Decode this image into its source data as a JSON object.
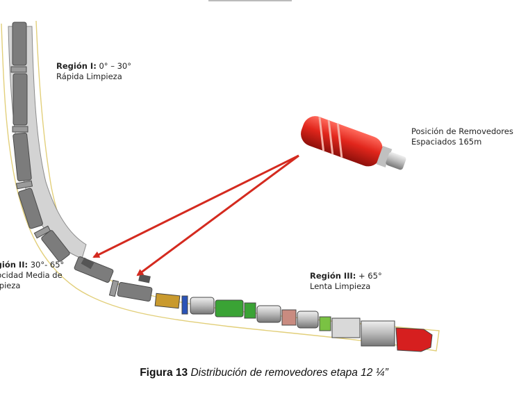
{
  "regions": [
    {
      "title": "Región I:",
      "range": "0° – 30°",
      "desc": "Rápida Limpieza"
    },
    {
      "title": "Región II:",
      "range": "30°- 65°",
      "desc": "Velocidad Media de",
      "desc2": "Limpieza"
    },
    {
      "title": "Región III:",
      "range": "+ 65°",
      "desc": "Lenta Limpieza"
    }
  ],
  "callout": {
    "line1": "Posición de Removedores",
    "line2": "Espaciados 165m"
  },
  "caption": {
    "bold": "Figura 13",
    "italic": "Distribución de removedores etapa 12 ¼”"
  },
  "colors": {
    "pipe": "#7c7c7c",
    "casing": "#cfcfcf",
    "arrow": "#d42a1f",
    "remover": "#e1261c",
    "collar_green": "#3aa335",
    "collar_blue": "#2a53b8",
    "collar_gold": "#c99a2e",
    "bit": "#d61f1f",
    "wellbore_outline": "#e2cf7a"
  }
}
